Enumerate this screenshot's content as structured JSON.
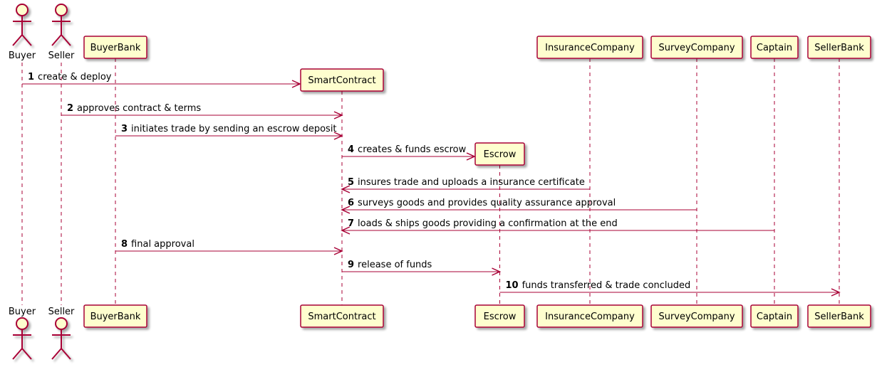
{
  "diagram": {
    "type": "sequence",
    "colors": {
      "line": "#A80036",
      "box_fill": "#FEFECE",
      "box_border": "#A80036",
      "shadow": "#b8b8b8"
    },
    "participants": [
      {
        "id": "buyer",
        "label": "Buyer",
        "kind": "actor"
      },
      {
        "id": "seller",
        "label": "Seller",
        "kind": "actor"
      },
      {
        "id": "buyerbank",
        "label": "BuyerBank",
        "kind": "box"
      },
      {
        "id": "smartcontract",
        "label": "SmartContract",
        "kind": "box",
        "created_by": 1
      },
      {
        "id": "escrow",
        "label": "Escrow",
        "kind": "box",
        "created_by": 4
      },
      {
        "id": "insurancecompany",
        "label": "InsuranceCompany",
        "kind": "box"
      },
      {
        "id": "surveycompany",
        "label": "SurveyCompany",
        "kind": "box"
      },
      {
        "id": "captain",
        "label": "Captain",
        "kind": "box"
      },
      {
        "id": "sellerbank",
        "label": "SellerBank",
        "kind": "box"
      }
    ],
    "messages": [
      {
        "num": "1",
        "text": "create & deploy",
        "from": "buyer",
        "to": "smartcontract"
      },
      {
        "num": "2",
        "text": "approves contract & terms",
        "from": "seller",
        "to": "smartcontract"
      },
      {
        "num": "3",
        "text": "initiates trade by sending an escrow deposit",
        "from": "buyerbank",
        "to": "smartcontract"
      },
      {
        "num": "4",
        "text": "creates & funds escrow",
        "from": "smartcontract",
        "to": "escrow"
      },
      {
        "num": "5",
        "text": "insures trade and uploads a insurance certificate",
        "from": "insurancecompany",
        "to": "smartcontract"
      },
      {
        "num": "6",
        "text": "surveys goods and provides quality assurance approval",
        "from": "surveycompany",
        "to": "smartcontract"
      },
      {
        "num": "7",
        "text": "loads & ships goods providing a confirmation at the end",
        "from": "captain",
        "to": "smartcontract"
      },
      {
        "num": "8",
        "text": "final approval",
        "from": "buyerbank",
        "to": "smartcontract"
      },
      {
        "num": "9",
        "text": "release of funds",
        "from": "smartcontract",
        "to": "escrow"
      },
      {
        "num": "10",
        "text": "funds transferred & trade concluded",
        "from": "escrow",
        "to": "sellerbank"
      }
    ]
  }
}
